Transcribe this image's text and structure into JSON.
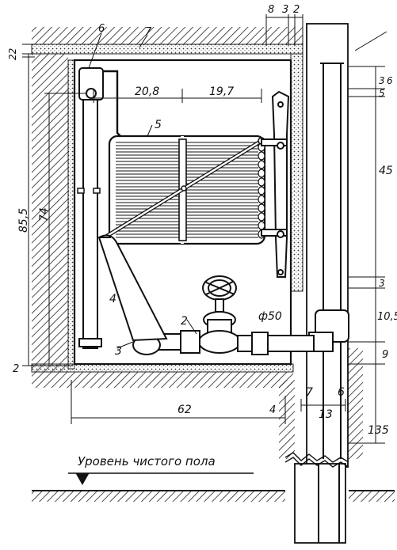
{
  "figure": {
    "floor_caption": "Уровень чистого пола",
    "pipe_diameter": "ф50",
    "callouts": [
      "2",
      "3",
      "4",
      "5",
      "6",
      "7"
    ],
    "top_dims": [
      "8",
      "3",
      "2"
    ],
    "left_dims": [
      "22",
      "85,5",
      "74",
      "2"
    ],
    "right_dims": [
      "3",
      "6",
      "5",
      "45",
      "3",
      "10,5",
      "9",
      "6",
      "13",
      "7",
      "135"
    ],
    "horizontal_dims": [
      "20,8",
      "19,7",
      "62",
      "4"
    ]
  }
}
